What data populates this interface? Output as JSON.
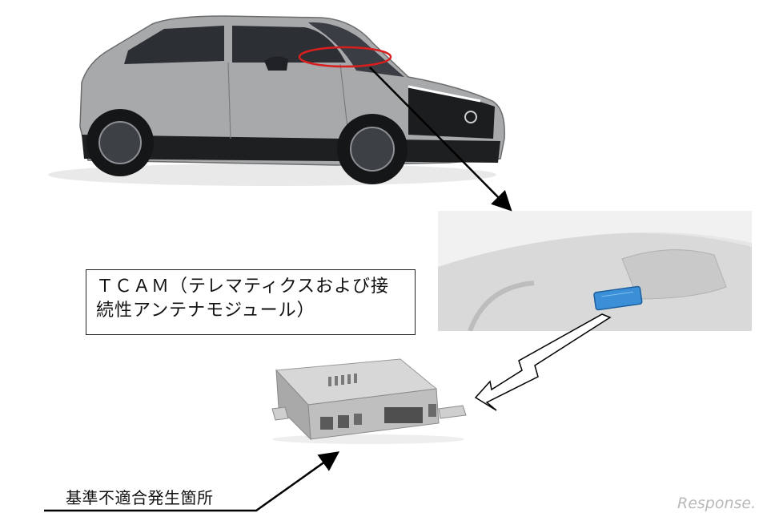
{
  "component_label": {
    "line1": "ＴＣＡＭ（テレマティクスおよび接",
    "line2": "続性アンテナモジュール）"
  },
  "defect_location_label": "基準不適合発生箇所",
  "watermark": "Response.",
  "colors": {
    "highlight_ellipse": "#d81e1e",
    "car_body": "#a7a9ab",
    "module_accent": "#3a8fd6",
    "arrow": "#000000"
  }
}
